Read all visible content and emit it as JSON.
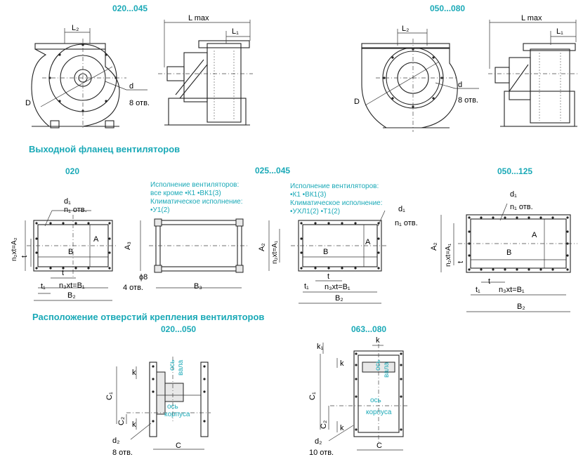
{
  "top": {
    "label_left": "020...045",
    "label_right": "050...080",
    "lmax": "L max",
    "l1": "L₁",
    "l2": "L₂",
    "d_big": "D",
    "d_small": "d",
    "holes_8": "8 отв."
  },
  "outlet": {
    "title": "Выходной фланец вентиляторов",
    "v1_label": "020",
    "v2_label": "025...045",
    "v3_label": "050...125",
    "note_a_1": "Исполнение вентиляторов:",
    "note_a_2": "все кроме •К1 •ВК1(3)",
    "note_a_3": "Климатическое исполнение:",
    "note_a_4": "•У1(2)",
    "note_b_1": "Исполнение вентиляторов:",
    "note_b_2": "•К1 •ВК1(3)",
    "note_b_3": "Климатическое исполнение:",
    "note_b_4": "•УХЛ1(2) •Т1(2)",
    "d1": "d₁",
    "n1": "n₁ отв.",
    "a": "A",
    "a1": "A₁",
    "a2": "A₂",
    "a3": "A₃",
    "b": "B",
    "b1": "B₁",
    "b2": "B₂",
    "b3": "B₃",
    "t": "t",
    "t1": "t₁",
    "n2t_a2": "n₂xt=A₂",
    "n2t_a1": "n₂xt=A₁",
    "n3t_b1": "n₃xt=B₁",
    "phi8": "ϕ8",
    "holes_4": "4 отв."
  },
  "mount": {
    "title": "Расположение отверстий крепления вентиляторов",
    "m1_label": "020...050",
    "m2_label": "063...080",
    "c": "C",
    "c1": "C₁",
    "c2": "C₂",
    "k": "k",
    "k1": "k₁",
    "d2": "d₂",
    "axis_shaft_1": "ось",
    "axis_shaft_2": "вала",
    "axis_body_1": "ось",
    "axis_body_2": "корпуса",
    "holes_8": "8 отв.",
    "holes_10": "10 отв."
  }
}
